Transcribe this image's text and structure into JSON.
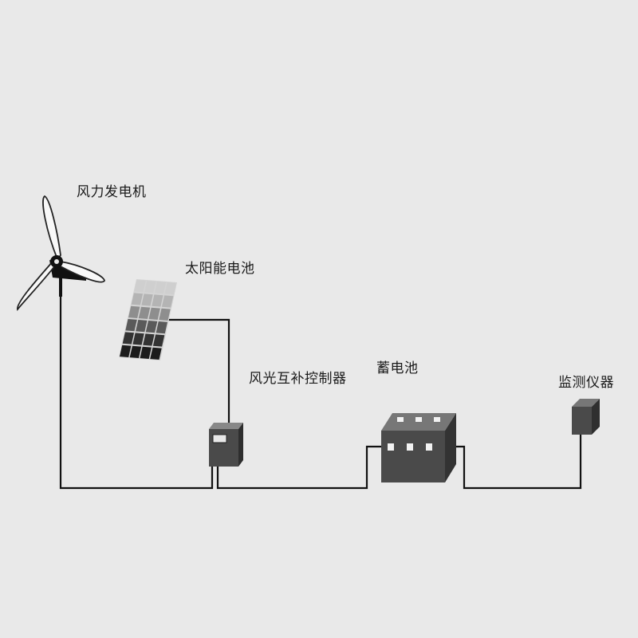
{
  "diagram": {
    "labels": {
      "wind_turbine": "风力发电机",
      "solar_panel": "太阳能电池",
      "controller": "风光互补控制器",
      "battery": "蓄电池",
      "monitor": "监测仪器"
    },
    "colors": {
      "background": "#e9e9e9",
      "wire": "#111111",
      "device_dark": "#4a4a4a",
      "device_top": "#6e6e6e",
      "solar_cell_dark": "#1f1f1f",
      "solar_cell_light": "#a8a8a8",
      "turbine_blade": "#f7f7f7"
    }
  }
}
